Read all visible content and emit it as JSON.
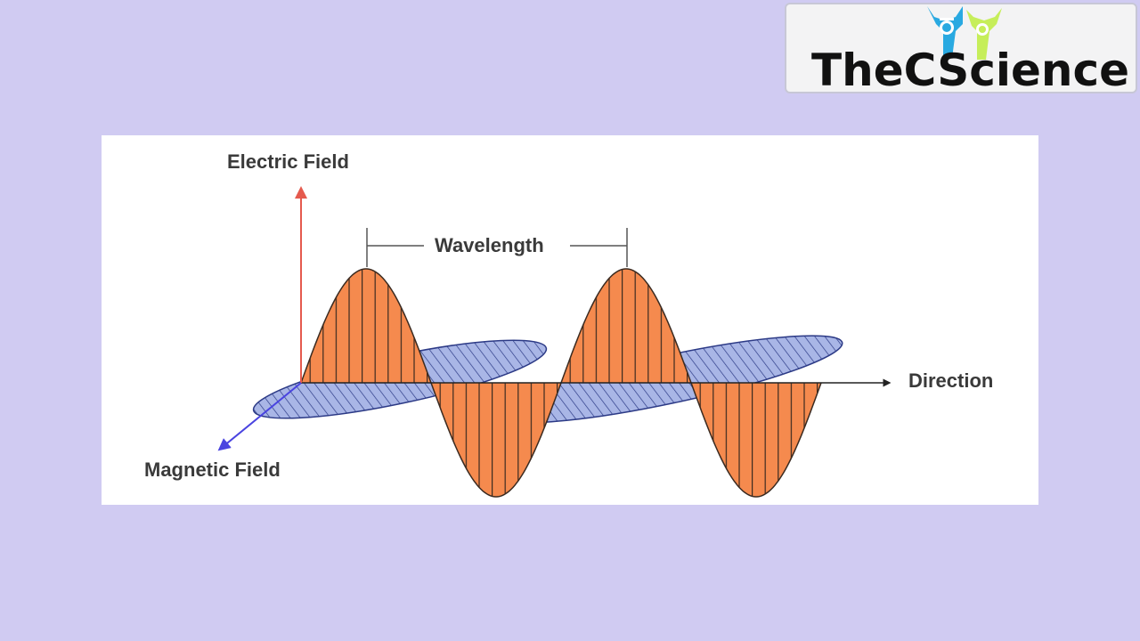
{
  "logo": {
    "text": "TheCScience",
    "icon": "people-graduation-icon",
    "colors": {
      "left_figure": "#29a9e1",
      "right_figure": "#c6ee5a"
    }
  },
  "diagram": {
    "labels": {
      "electric_field": "Electric Field",
      "wavelength": "Wavelength",
      "direction": "Direction",
      "magnetic_field": "Magnetic Field"
    },
    "colors": {
      "electric_wave_fill": "#f58a4e",
      "electric_axis_arrow": "#e55a4e",
      "magnetic_wave_fill": "#a9b6e6",
      "magnetic_axis_arrow": "#4a44e0",
      "background": "#d0cbf2",
      "card": "#ffffff"
    }
  }
}
